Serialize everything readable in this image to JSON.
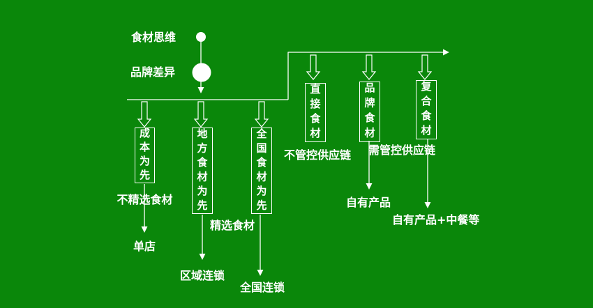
{
  "colors": {
    "background": "#0a870a",
    "foreground": "#ffffff"
  },
  "nodes": {
    "thinking": "食材思维",
    "brand": "品牌差异"
  },
  "boxes": [
    {
      "name": "cost-first",
      "text": "成本为先"
    },
    {
      "name": "local-ingredients-first",
      "text": "地方食材为先"
    },
    {
      "name": "national-ingredients-first",
      "text": "全国食材为先"
    },
    {
      "name": "direct-ingredients",
      "text": "直接食材"
    },
    {
      "name": "brand-ingredients",
      "text": "品牌食材"
    },
    {
      "name": "composite-ingredients",
      "text": "复合食材"
    }
  ],
  "labels": {
    "non_selected": "不精选食材",
    "selected": "精选食材",
    "no_supply_control": "不管控供应链",
    "need_supply_control": "需管控供应链",
    "single_store": "单店",
    "regional_chain": "区域连锁",
    "national_chain": "全国连锁",
    "own_products": "自有产品",
    "own_products_plus": "自有产品+中餐等"
  }
}
